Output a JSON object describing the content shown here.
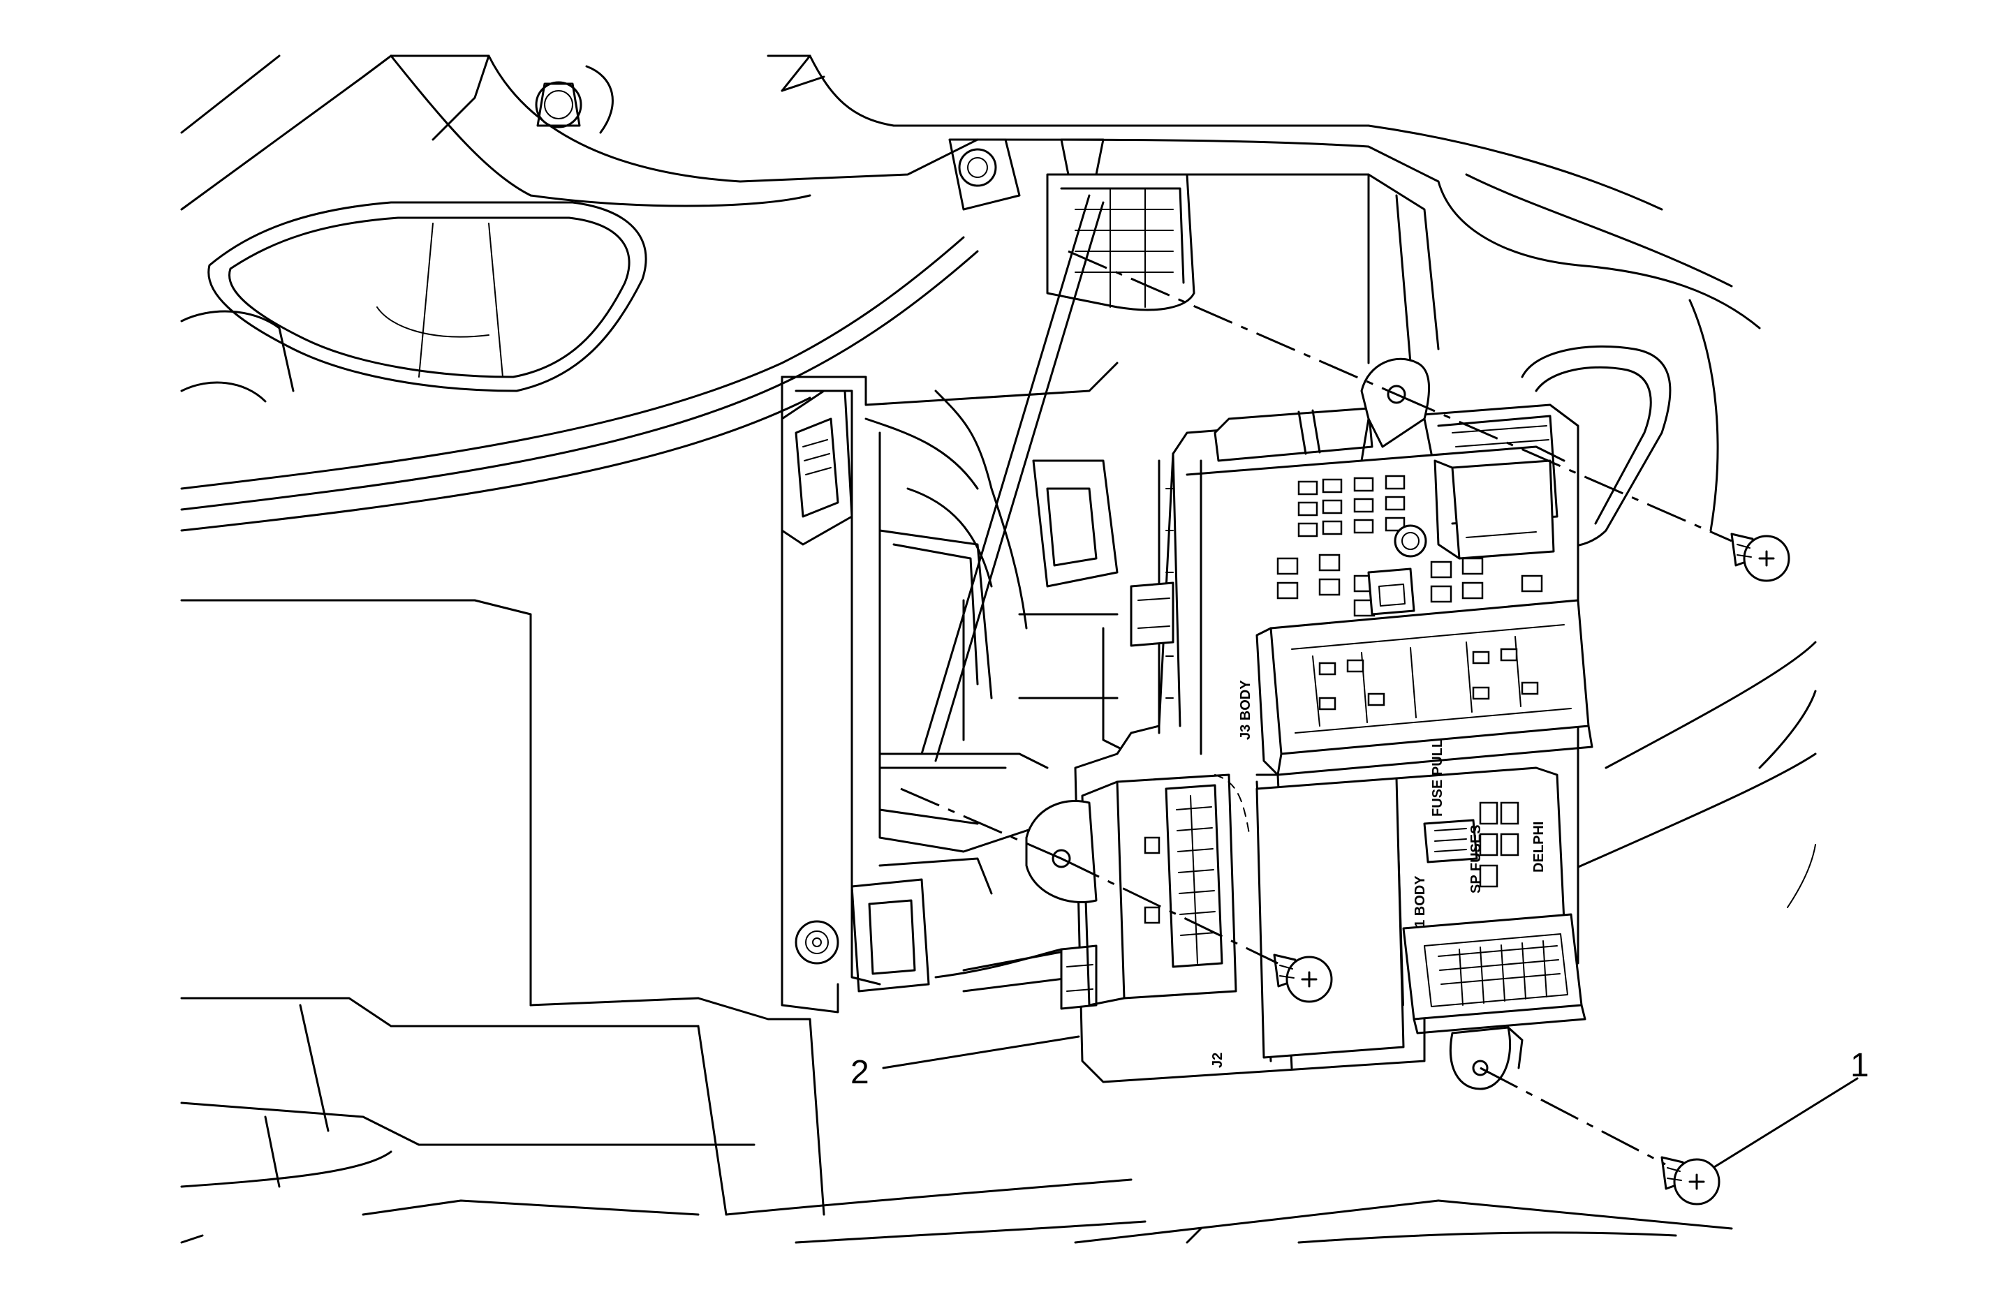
{
  "callouts": {
    "one": "1",
    "two": "2"
  },
  "module_labels": {
    "j3": "J3 BODY",
    "j1": "J1 BODY",
    "j2": "J2",
    "fuse_puller": "FUSE PULL",
    "spare_fuses": "SP FUSES",
    "maker": "DELPHI"
  },
  "colors": {
    "line": "#000000",
    "background": "#ffffff"
  }
}
